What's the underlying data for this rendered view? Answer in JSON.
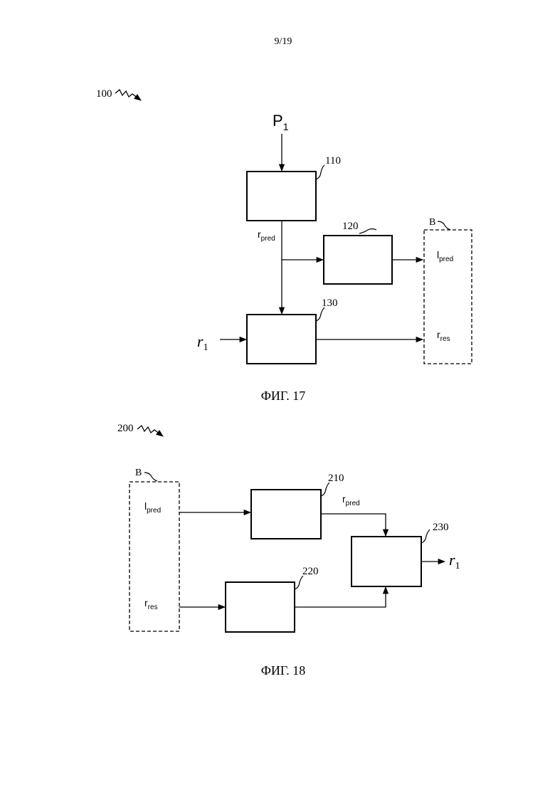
{
  "page_number": "9/19",
  "fig17": {
    "caption": "ФИГ. 17",
    "ref_main": "100",
    "input_p": "P",
    "input_p_sub": "1",
    "input_r": "r",
    "input_r_sub": "1",
    "block_110": "110",
    "block_120": "120",
    "block_130": "130",
    "signal_rpred": "r",
    "signal_rpred_sub": "pred",
    "box_label": "B",
    "out_lpred": "l",
    "out_lpred_sub": "pred",
    "out_rres": "r",
    "out_rres_sub": "res"
  },
  "fig18": {
    "caption": "ФИГ. 18",
    "ref_main": "200",
    "box_label": "B",
    "in_lpred": "l",
    "in_lpred_sub": "pred",
    "in_rres": "r",
    "in_rres_sub": "res",
    "block_210": "210",
    "block_220": "220",
    "block_230": "230",
    "signal_rpred": "r",
    "signal_rpred_sub": "pred",
    "output_r": "r",
    "output_r_sub": "1"
  }
}
